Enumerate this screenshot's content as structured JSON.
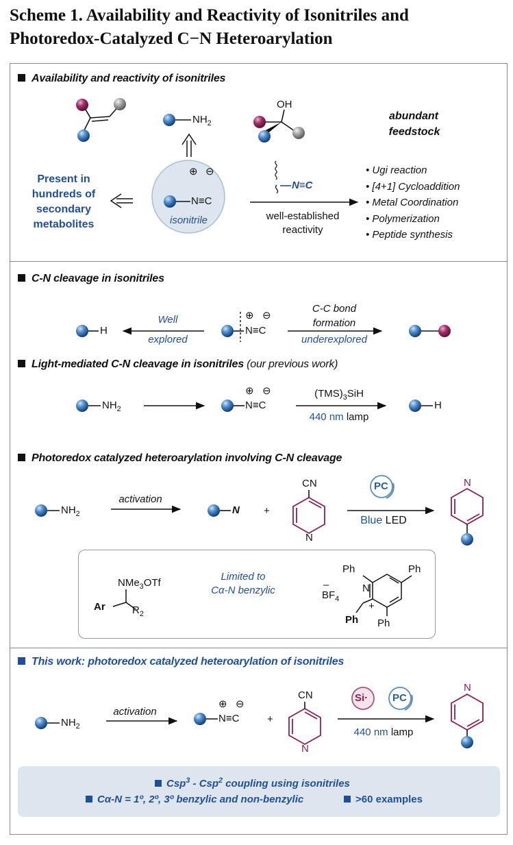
{
  "title": {
    "line1": "Scheme 1. Availability and Reactivity of Isonitriles and",
    "line2": "Photoredox-Catalyzed C−N Heteroarylation"
  },
  "section1": {
    "heading": "Availability and reactivity of isonitriles",
    "nh2": "NH",
    "nh2_sub": "2",
    "oh": "OH",
    "abundant": "abundant",
    "feedstock": "feedstock",
    "present": [
      "Present in",
      "hundreds of",
      "secondary",
      "metabolites"
    ],
    "isonitrile_group": "N≡C",
    "isonitrile_label": "isonitrile",
    "plus": "⊕",
    "minus": "⊖",
    "reagent": "N≡C",
    "well1": "well-established",
    "well2": "reactivity",
    "reactions": [
      "Ugi reaction",
      "[4+1] Cycloaddition",
      "Metal Coordination",
      "Polymerization",
      "Peptide synthesis"
    ]
  },
  "section2": {
    "heading": "C-N cleavage in isonitriles",
    "h": "H",
    "well": "Well",
    "explored": "explored",
    "cc1": "C-C bond",
    "cc2": "formation",
    "under": "underexplored",
    "group": "N≡C"
  },
  "section3": {
    "heading": "Light-mediated C-N cleavage in isonitriles",
    "heading_note": "(our previous work)",
    "nh2": "NH",
    "nh2_sub": "2",
    "group": "N≡C",
    "reagent": "(TMS)",
    "reagent_sub": "3",
    "reagent_tail": "SiH",
    "wl": "440 nm",
    "lamp": "lamp",
    "h": "H"
  },
  "section4": {
    "heading": "Photoredox catalyzed heteroarylation involving C-N cleavage",
    "nh2": "NH",
    "nh2_sub": "2",
    "activation": "activation",
    "n": "N",
    "plus": "+",
    "cn": "CN",
    "pyN": "N",
    "pc": "PC",
    "blue": "Blue",
    "led": "LED",
    "nme3": "NMe",
    "nme3_sub": "3",
    "nme3_tail": "OTf",
    "ar": "Ar",
    "r2": "R",
    "r2_sub": "2",
    "limited1": "Limited to",
    "limited2": "Cα-N benzylic",
    "ph": "Ph",
    "bf4": "BF",
    "bf4_sub": "4",
    "minus": "–",
    "nplus": "+"
  },
  "section5": {
    "heading": "This work: photoredox catalyzed heteroarylation of isonitriles",
    "nh2": "NH",
    "nh2_sub": "2",
    "activation": "activation",
    "group": "N≡C",
    "plus": "+",
    "cn": "CN",
    "pyN": "N",
    "si": "Si·",
    "pc": "PC",
    "wl": "440 nm",
    "lamp": "lamp"
  },
  "summary": {
    "line1_pre": "Csp",
    "line1_sup1": "3",
    "line1_mid": " - Csp",
    "line1_sup2": "2",
    "line1_post": " coupling using isonitriles",
    "line2a": "Cα-N = 1º, 2º, 3º benzylic and non-benzylic",
    "line2b": ">60 examples"
  },
  "colors": {
    "blue": "#1f4e9a",
    "purple": "#8a1f52",
    "grey": "#8a8a8a"
  }
}
